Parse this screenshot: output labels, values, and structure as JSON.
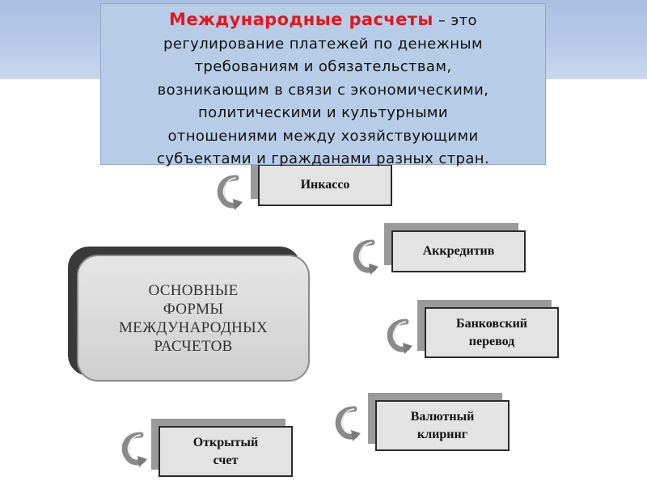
{
  "definition": {
    "term": "Международные расчеты",
    "text_line1": " – это",
    "lines": [
      "регулирование платежей по денежным",
      "требованиям и обязательствам,",
      "возникающим в связи с экономическими,",
      "политическими и культурными",
      "отношениями между хозяйствующими",
      "субъектами и гражданами разных стран."
    ]
  },
  "center": {
    "lines": [
      "ОСНОВНЫЕ",
      "ФОРМЫ",
      "МЕЖДУНАРОДНЫХ",
      "РАСЧЕТОВ"
    ]
  },
  "forms": [
    {
      "lines": [
        "Инкассо"
      ]
    },
    {
      "lines": [
        "Аккредитив"
      ]
    },
    {
      "lines": [
        "Банковский",
        "перевод"
      ]
    },
    {
      "lines": [
        "Валютный",
        "клиринг"
      ]
    },
    {
      "lines": [
        "Открытый",
        "счет"
      ]
    }
  ],
  "colors": {
    "term": "#e3161e",
    "definition_box": "#b7cde7",
    "band": "#a9bfe0",
    "form_box": "#e3e3e3",
    "arrow": "#7a7a7a"
  }
}
